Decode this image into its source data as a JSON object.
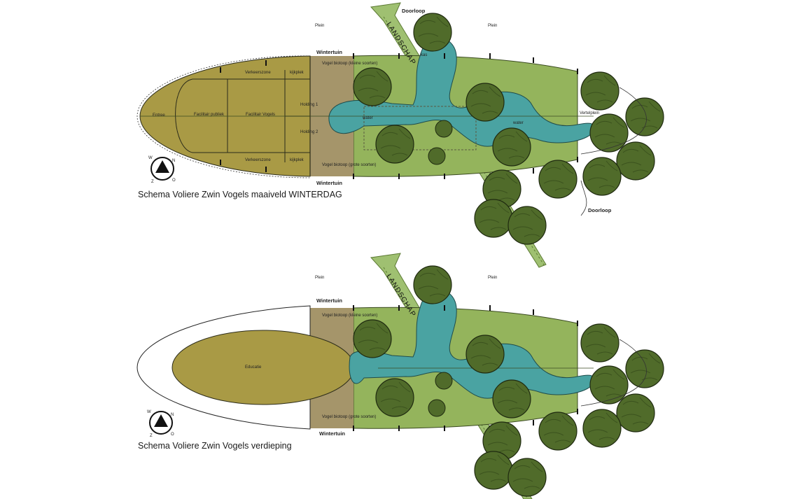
{
  "plan_top": {
    "caption": "Schema Voliere Zwin Vogels maaiveld WINTERDAG",
    "plein_left": "Plein",
    "plein_right": "Plein",
    "wintertuin_top": "Wintertuin",
    "wintertuin_bottom": "Wintertuin",
    "doorloop_top": "Doorloop",
    "doorloop_bottom": "Doorloop",
    "landschap": "LANDSCHAP",
    "entree": "Entree",
    "facilitair_publiek": "Facilitair publiek",
    "facilitair_vogels": "Facilitair Vogels",
    "verkeerszone_top": "Verkeerszone",
    "verkeerszone_bottom": "Verkeerszone",
    "kijkplek_top": "kijkplek",
    "kijkplek_bottom": "kijkplek",
    "holding_1": "Holding 1",
    "holding_2": "Holding 2",
    "biotoop_klein": "Vogel biotoop (kleine soorten)",
    "biotoop_groot": "Vogel biotoop (grote soorten)",
    "water_left": "water",
    "water_right": "water",
    "water_small": "kas",
    "vertelplein": "Vertelplein"
  },
  "plan_bottom": {
    "caption": "Schema Voliere Zwin Vogels verdieping",
    "plein_left": "Plein",
    "plein_right": "Plein",
    "wintertuin_top": "Wintertuin",
    "wintertuin_bottom": "Wintertuin",
    "landschap": "LANDSCHAP",
    "educatie": "Educatie",
    "biotoop_klein": "Vogel biotoop (kleine soorten)",
    "biotoop_groot": "Vogel biotoop (grote soorten)"
  },
  "compass": {
    "letters": [
      "N",
      "O",
      "Z",
      "W"
    ]
  },
  "colors": {
    "building": "#a99a45",
    "wintertuin": "#a5956a",
    "biotope": "#94b45c",
    "water": "#4aa3a2",
    "tree": "#506b2a",
    "arrow": "#9fc071"
  }
}
